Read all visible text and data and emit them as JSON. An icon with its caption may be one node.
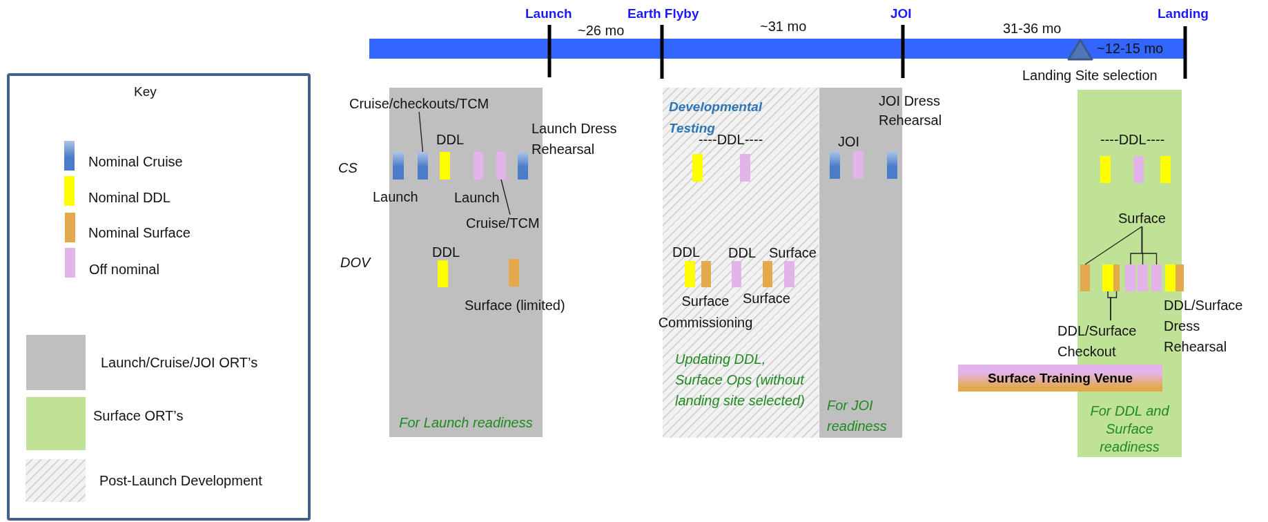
{
  "diagram": {
    "nodes": [
      {
        "text": [
          "For Launch readiness"
        ]
      },
      {
        "text": [
          "Cruise/checkouts/TCM"
        ]
      },
      {
        "text": [],
        "shape": "bar",
        "in": 0
      },
      {
        "text": [],
        "shape": "bar",
        "in": 0
      },
      {
        "text": [],
        "shape": "bar",
        "in": 0
      },
      {
        "text": [],
        "shape": "bar",
        "in": 0
      },
      {
        "text": [],
        "shape": "bar",
        "in": 0
      },
      {
        "text": [
          "Cruise/TCM"
        ],
        "in": 0
      },
      {
        "text": [],
        "shape": "bar",
        "in": 0
      },
      {
        "text": [],
        "shape": "bar",
        "in": 0
      },
      {
        "text": [],
        "shape": "bar",
        "in": 0
      },
      {
        "text": [
          "Developmental Testing",
          "Updating DDL, Surface Ops (without landing site selected)"
        ]
      },
      {
        "text": [],
        "shape": "bar",
        "in": 11
      },
      {
        "text": [],
        "shape": "bar",
        "in": 11
      },
      {
        "text": [],
        "shape": "bar",
        "in": 11
      },
      {
        "text": [],
        "shape": "bar",
        "in": 11
      },
      {
        "text": [],
        "shape": "bar",
        "in": 11
      },
      {
        "text": [],
        "shape": "bar",
        "in": 11
      },
      {
        "text": [],
        "shape": "bar",
        "in": 11
      },
      {
        "text": [
          "For JOI readiness"
        ]
      },
      {
        "text": [],
        "shape": "bar",
        "in": 19
      },
      {
        "text": [],
        "shape": "bar",
        "in": 19
      },
      {
        "text": [],
        "shape": "bar",
        "in": 19
      },
      {
        "text": [
          "For DDL and Surface readiness"
        ]
      },
      {
        "text": [],
        "shape": "bar",
        "in": 23
      },
      {
        "text": [],
        "shape": "bar",
        "in": 23
      },
      {
        "text": [],
        "shape": "bar",
        "in": 23
      },
      {
        "text": [
          "Surface"
        ],
        "in": 23
      },
      {
        "text": [],
        "shape": "bar",
        "in": 23
      },
      {
        "text": [],
        "shape": "bar",
        "in": 23
      },
      {
        "text": [],
        "shape": "bar",
        "in": 23
      },
      {
        "text": [],
        "shape": "bar",
        "in": 23
      },
      {
        "text": [],
        "shape": "bar",
        "in": 23
      },
      {
        "text": [],
        "shape": "bar",
        "in": 23
      },
      {
        "text": [],
        "shape": "bar",
        "in": 23
      },
      {
        "text": [],
        "shape": "bar",
        "in": 23
      },
      {
        "text": [
          "DDL/Surface Checkout"
        ]
      },
      {
        "text": [
          "Surface Training Venue"
        ]
      }
    ],
    "edges": [
      {
        "from": 1,
        "to": 3,
        "arrow": "none"
      },
      {
        "from": 7,
        "to": 6,
        "arrow": "none"
      },
      {
        "from": 27,
        "to": 28,
        "arrow": "none"
      },
      {
        "from": 27,
        "to": 31,
        "arrow": "none"
      },
      {
        "from": 27,
        "to": 32,
        "arrow": "none"
      },
      {
        "from": 27,
        "to": 33,
        "arrow": "none"
      },
      {
        "from": 36,
        "to": 29,
        "arrow": "none"
      },
      {
        "from": 36,
        "to": 30,
        "arrow": "none"
      }
    ],
    "labels": [
      "Launch",
      "Earth Flyby",
      "JOI",
      "Landing",
      "~26 mo",
      "~31 mo",
      "31-36 mo",
      "~12-15 mo",
      "Landing Site selection",
      "Key",
      "CS",
      "DDL",
      "Launch Dress Rehearsal",
      "----DDL----",
      "JOI",
      "JOI Dress Rehearsal",
      "----DDL----",
      "Launch",
      "Launch",
      "DOV",
      "DDL",
      "DDL",
      "DDL",
      "Surface",
      "Surface (limited)",
      "Surface Commissioning",
      "Surface",
      "DDL/Surface Dress Rehearsal"
    ],
    "legend": [
      {
        "text": "Nominal Cruise",
        "color": "#4a7cc9"
      },
      {
        "text": "Nominal DDL",
        "color": "#ffff00"
      },
      {
        "text": "Nominal Surface",
        "color": "#e3a94d"
      },
      {
        "text": "Off nominal",
        "color": "#e3b4ea"
      },
      {
        "text": "Launch/Cruise/JOI ORT’s",
        "color": "#bfbfbf"
      },
      {
        "text": "Surface ORT’s",
        "color": "#c0e297"
      },
      {
        "text": "Post-Launch Development"
      }
    ]
  }
}
